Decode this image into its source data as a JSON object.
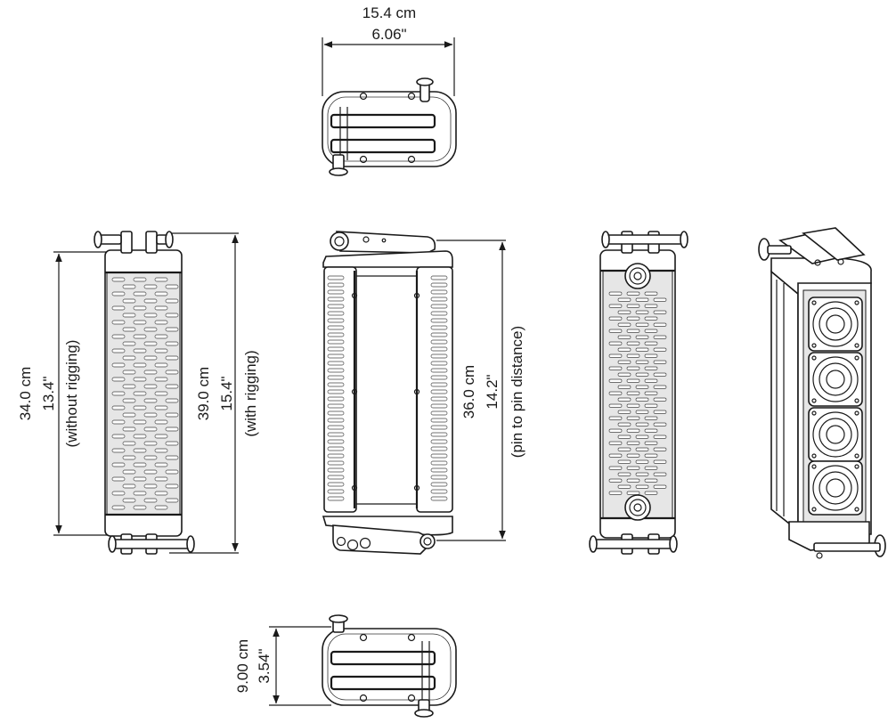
{
  "dimensions": {
    "top_width_cm": "15.4 cm",
    "top_width_in": "6.06\"",
    "height_without_cm": "34.0 cm",
    "height_without_in": "13.4\"",
    "height_without_note": "(without rigging)",
    "height_with_cm": "39.0 cm",
    "height_with_in": "15.4\"",
    "height_with_note": "(with rigging)",
    "pin_distance_cm": "36.0 cm",
    "pin_distance_in": "14.2\"",
    "pin_distance_note": "(pin to pin distance)",
    "depth_cm": "9.00 cm",
    "depth_in": "3.54\""
  }
}
